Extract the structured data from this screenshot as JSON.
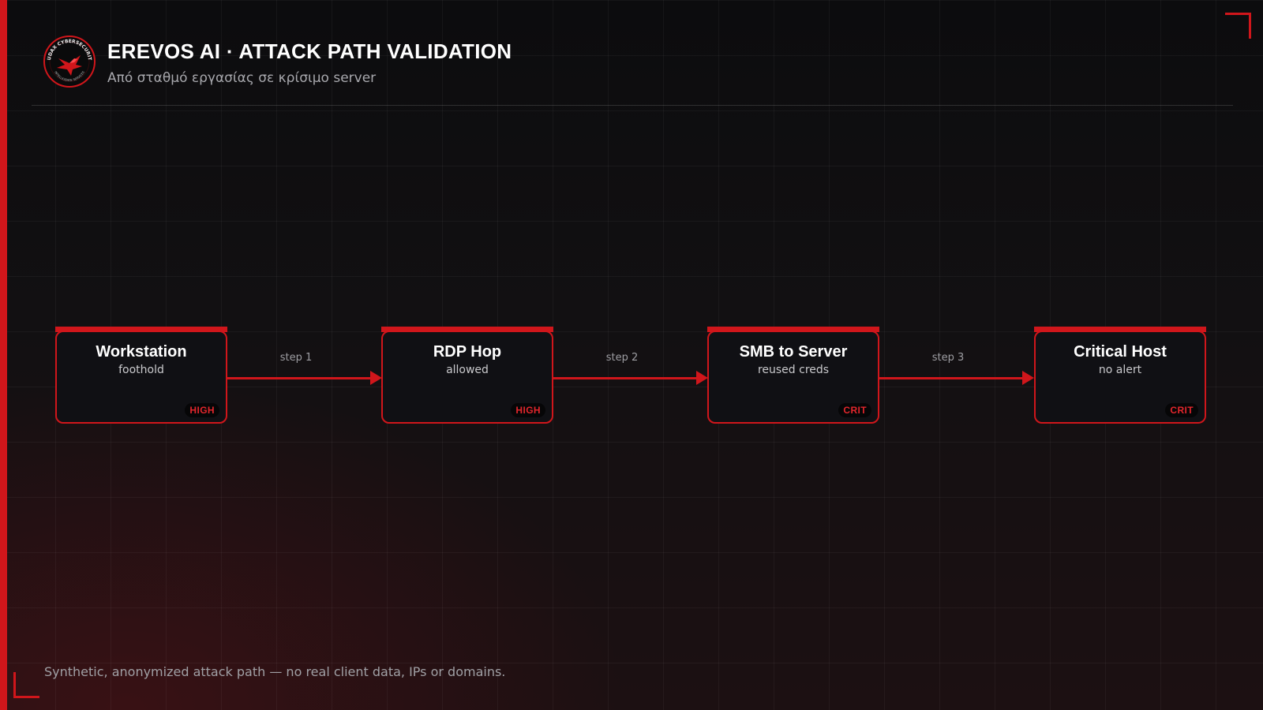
{
  "header": {
    "title": "EREVOS AI · ATTACK PATH VALIDATION",
    "subtitle": "Από σταθμό εργασίας σε κρίσιμο server",
    "logo": {
      "ring_text": "AUDAX CYBERSECURITY",
      "inner_text": "INTELLIGENCE SERVICES",
      "icon": "eagle-icon"
    }
  },
  "nodes": [
    {
      "title": "Workstation",
      "subtitle": "foothold",
      "severity": "HIGH"
    },
    {
      "title": "RDP Hop",
      "subtitle": "allowed",
      "severity": "HIGH"
    },
    {
      "title": "SMB to Server",
      "subtitle": "reused creds",
      "severity": "CRIT"
    },
    {
      "title": "Critical Host",
      "subtitle": "no alert",
      "severity": "CRIT"
    }
  ],
  "edges": [
    {
      "label": "step 1"
    },
    {
      "label": "step 2"
    },
    {
      "label": "step 3"
    }
  ],
  "footer": {
    "note": "Synthetic, anonymized attack path — no real client data, IPs or domains."
  },
  "colors": {
    "accent": "#d0161b",
    "background": "#0c0c0e",
    "node_fill": "#101014",
    "badge_text": "#e3262c"
  }
}
